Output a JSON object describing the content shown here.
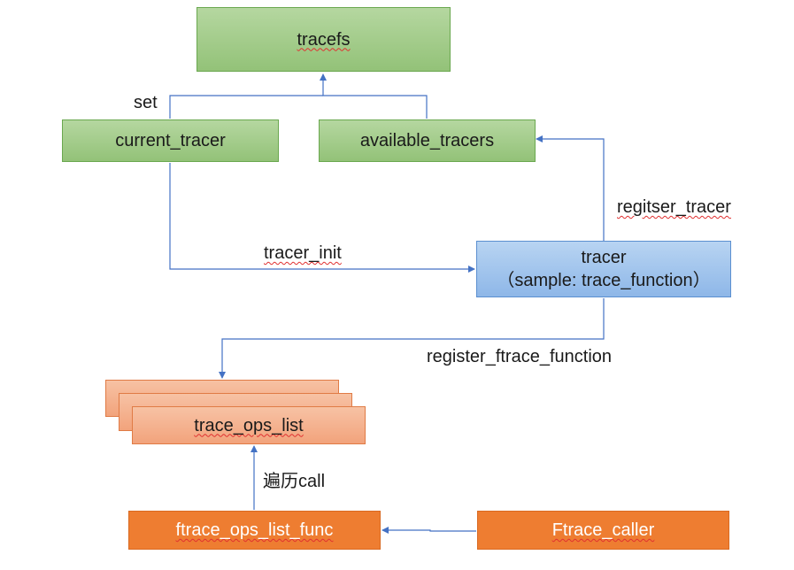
{
  "nodes": {
    "tracefs": "tracefs",
    "current_tracer": "current_tracer",
    "available_tracers": "available_tracers",
    "tracer": {
      "line1": "tracer",
      "line2": "（sample: trace_function）"
    },
    "trace_ops_list": "trace_ops_list",
    "ftrace_ops_list_func": "ftrace_ops_list_func",
    "ftrace_caller": "Ftrace_caller"
  },
  "edges": {
    "set": "set",
    "tracer_init": "tracer_init",
    "register_tracer": "regitser_tracer",
    "register_ftrace_function": "register_ftrace_function",
    "traverse_call": "遍历call"
  },
  "colors": {
    "green_box": "#a6cf8c",
    "blue_box": "#a3c6ee",
    "salmon_box": "#f4b08a",
    "orange_box": "#ee7d31",
    "connector": "#4472c4"
  }
}
